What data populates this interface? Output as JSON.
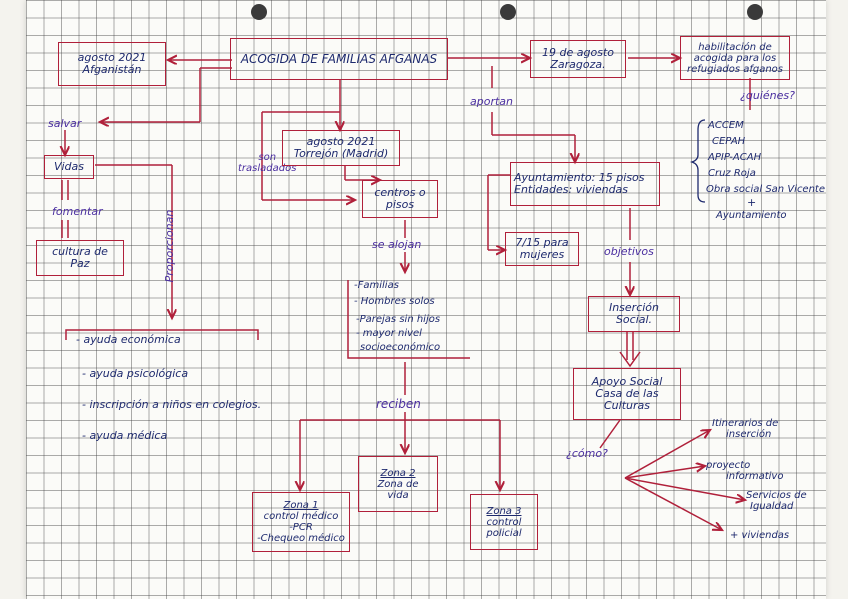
{
  "colors": {
    "ink_red": "#b0203a",
    "ink_blue": "#1e2a6e",
    "ink_purple": "#4b2fa0",
    "grid": "#464646"
  },
  "central": "ACOGIDA DE FAMILIAS AFGANAS",
  "agosto_afganistan": {
    "line1": "agosto 2021",
    "line2": "Afganistán"
  },
  "zaragoza": {
    "line1": "19 de agosto",
    "line2": "Zaragoza."
  },
  "habilitacion": {
    "line1": "habilitación de",
    "line2": "acogida para los",
    "line3": "refugiados afganos"
  },
  "quienes": "¿quiénes?",
  "entities": [
    "ACCEM",
    "CEPAH",
    "APIP-ACAH",
    "Cruz Roja",
    "Obra social San Vicente"
  ],
  "plus_ayuntamiento": {
    "plus": "+",
    "label": "Ayuntamiento"
  },
  "aportan": "aportan",
  "ayuntamiento_box": {
    "line1": "Ayuntamiento: 15 pisos",
    "line2": "Entidades: viviendas"
  },
  "mujeres": {
    "line1": "7/15 para",
    "line2": "mujeres"
  },
  "objetivos": "objetivos",
  "insercion": {
    "line1": "Inserción",
    "line2": "Social."
  },
  "apoyo": {
    "line1": "Apoyo Social",
    "line2": "Casa de las",
    "line3": "Culturas"
  },
  "como": "¿cómo?",
  "como_items": [
    {
      "line1": "Itinerarios de",
      "line2": "inserción"
    },
    {
      "line1": "proyecto",
      "line2": "informativo"
    },
    {
      "line1": "Servicios de",
      "line2": "Igualdad"
    },
    {
      "line1": "+ viviendas",
      "line2": ""
    }
  ],
  "salvar": "salvar",
  "vidas": "Vidas",
  "fomentar": "fomentar",
  "cultura": {
    "line1": "cultura de",
    "line2": "Paz"
  },
  "proporcionan": "Proporcionan",
  "ayudas": [
    "- ayuda económica",
    "- ayuda psicológica",
    "- inscripción a niños en colegios.",
    "- ayuda médica"
  ],
  "son_trasladados": {
    "line1": "son",
    "line2": "trasladados"
  },
  "torrejon": {
    "line1": "agosto 2021",
    "line2": "Torrejón (Madrid)"
  },
  "centros": {
    "line1": "centros o",
    "line2": "pisos"
  },
  "se_alojan": "se alojan",
  "alojan_items": [
    "-Familias",
    "- Hombres solos",
    "-Parejas sin hijos",
    "- mayor nivel",
    "socioeconómico"
  ],
  "reciben": "reciben",
  "zona1": {
    "title": "Zona 1",
    "line1": "control médico",
    "line2": "-PCR",
    "line3": "-Chequeo médico"
  },
  "zona2": {
    "title": "Zona 2",
    "line1": "Zona de",
    "line2": "vida"
  },
  "zona3": {
    "title": "Zona 3",
    "line1": "control",
    "line2": "policial"
  }
}
